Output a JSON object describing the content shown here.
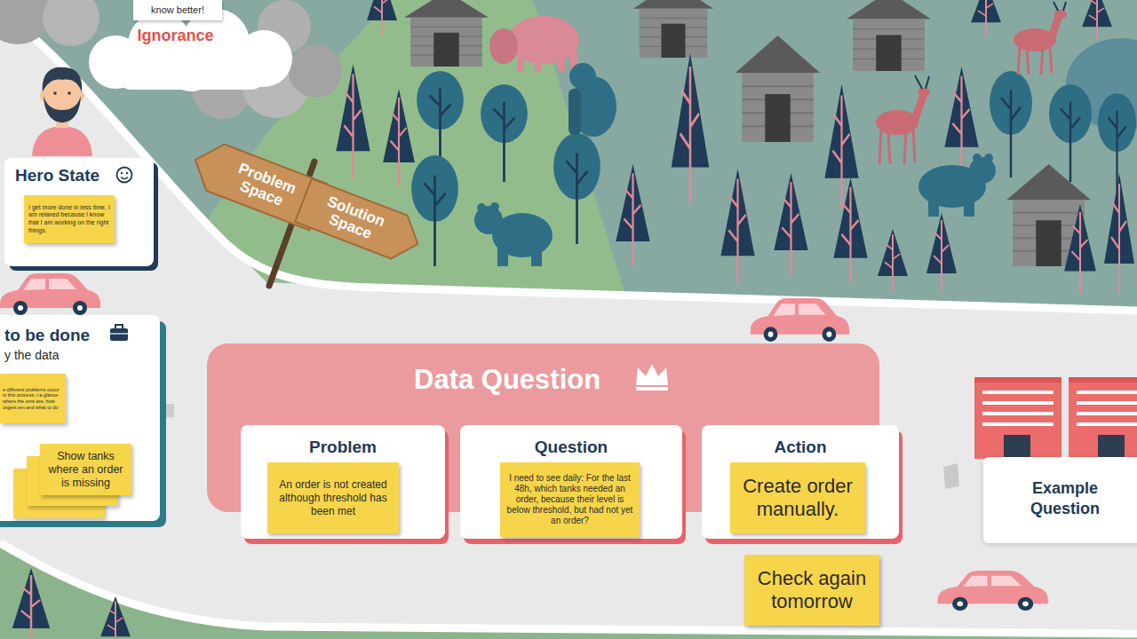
{
  "diagram": {
    "nodes": [
      {
        "text": [
          "Ignorance"
        ]
      },
      {
        "text": [
          "know better!"
        ],
        "in": 0
      },
      {
        "text": [
          "Hero State"
        ]
      },
      {
        "text": [
          "I get more done in less time. I am relaxed because I know that I am working on the right things."
        ],
        "in": 2
      },
      {
        "text": [
          "Problem Space"
        ]
      },
      {
        "text": [
          "Solution Space"
        ]
      },
      {
        "text": [
          "to be done",
          "y the data"
        ]
      },
      {
        "text": [
          "e different problems occur in this process. t a glance where the ems are, how urgent em and what to do"
        ],
        "in": 6
      },
      {
        "text": [
          "Show tanks where an order is missing"
        ],
        "in": 6
      },
      {
        "text": [
          "Data Question"
        ]
      },
      {
        "text": [
          "Problem"
        ],
        "in": 9
      },
      {
        "text": [
          "An order is not created although threshold has been met"
        ],
        "in": 10
      },
      {
        "text": [
          "Question"
        ],
        "in": 9
      },
      {
        "text": [
          "I need to see daily: For the last 48h, which tanks needed an order, because their level is below threshold, but had not yet an order?"
        ],
        "in": 12
      },
      {
        "text": [
          "Action"
        ],
        "in": 9
      },
      {
        "text": [
          "Create order manually."
        ],
        "in": 14
      },
      {
        "text": [
          "Check again tomorrow"
        ]
      },
      {
        "text": [
          "Example Question"
        ]
      }
    ]
  }
}
